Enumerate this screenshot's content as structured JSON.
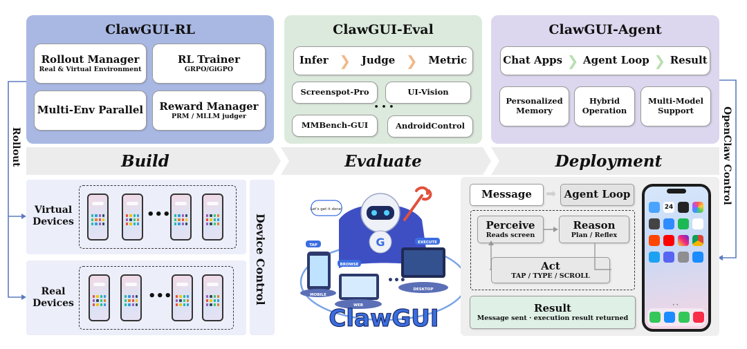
{
  "rl": {
    "title": "ClawGUI-RL",
    "rollout_manager": {
      "title": "Rollout Manager",
      "sub": "Real & Virtual Environment"
    },
    "rl_trainer": {
      "title": "RL Trainer",
      "sub": "GRPO/GiGPO"
    },
    "multi_env": {
      "title": "Multi-Env Parallel"
    },
    "reward_manager": {
      "title": "Reward Manager",
      "sub": "PRM / MLLM judger"
    }
  },
  "eval": {
    "title": "ClawGUI-Eval",
    "pipeline": [
      "Infer",
      "Judge",
      "Metric"
    ],
    "benchmarks": [
      "Screenspot-Pro",
      "UI-Vision",
      "MMBench-GUI",
      "AndroidControl"
    ],
    "ellipsis": "• • •"
  },
  "agent": {
    "title": "ClawGUI-Agent",
    "pipeline": [
      "Chat Apps",
      "Agent Loop",
      "Result"
    ],
    "features": [
      {
        "line1": "Personalized",
        "line2": "Memory"
      },
      {
        "line1": "Hybrid",
        "line2": "Operation"
      },
      {
        "line1": "Multi-Model",
        "line2": "Support"
      }
    ]
  },
  "bands": {
    "build": "Build",
    "evaluate": "Evaluate",
    "deployment": "Deployment"
  },
  "side": {
    "rollout": "Rollout",
    "device_control": "Device Control",
    "openclaw_control": "OpenClaw Control"
  },
  "devices": {
    "virtual": {
      "line1": "Virtual",
      "line2": "Devices"
    },
    "real": {
      "line1": "Real",
      "line2": "Devices"
    },
    "ellipsis": "•••"
  },
  "illustration": {
    "speech": "Let's get it done!",
    "tags": [
      "TAP",
      "BROWSE",
      "EXECUTE",
      "MOBILE",
      "WEB",
      "DESKTOP"
    ],
    "brand": "ClawGUI"
  },
  "deploy": {
    "message": "Message",
    "agent_loop": "Agent Loop",
    "perceive": {
      "title": "Perceive",
      "sub": "Reads screen"
    },
    "reason": {
      "title": "Reason",
      "sub": "Plan / Reflex"
    },
    "act": {
      "title": "Act",
      "sub": "TAP / TYPE / SCROLL"
    },
    "result": {
      "title": "Result",
      "sub": "Message sent · execution result returned"
    }
  },
  "phone": {
    "calendar_day": "24"
  },
  "colors": {
    "rl_panel": "#a9b8e3",
    "eval_panel": "#dceadd",
    "agent_panel": "#dcd7ee",
    "band": "#ececec",
    "device_bg": "#eceefa",
    "deploy_bg": "#efefef",
    "result_box": "#dff0e6",
    "flow_line": "#5b7bbf"
  }
}
